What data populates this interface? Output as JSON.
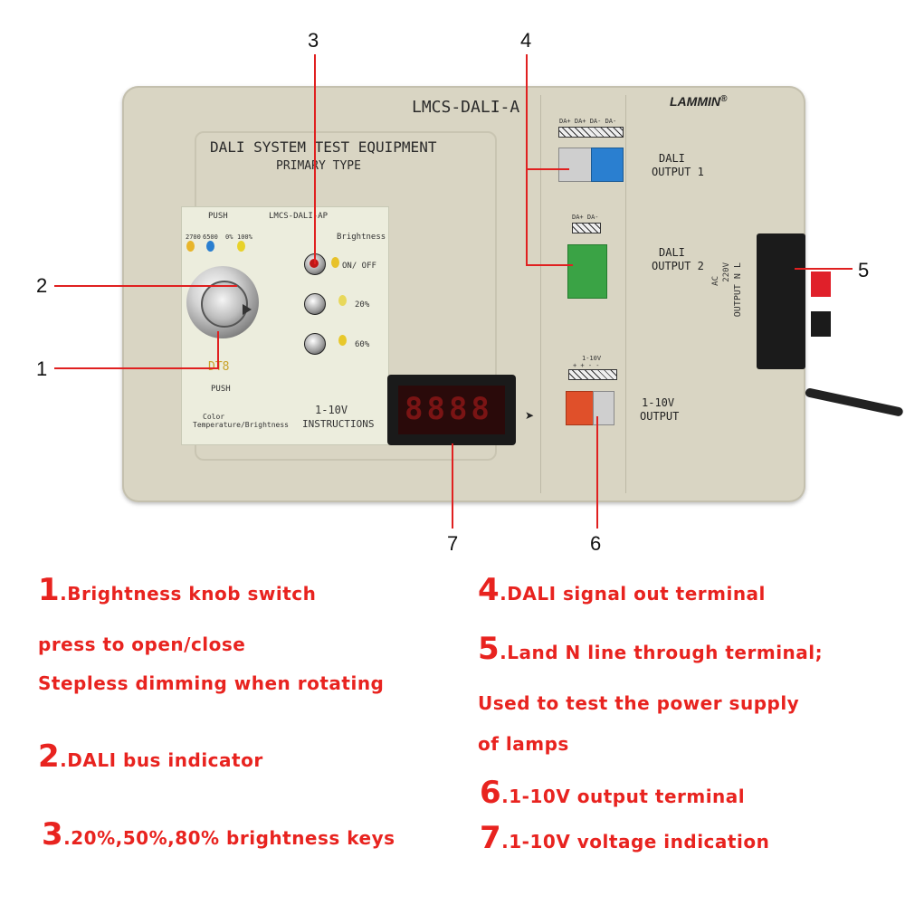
{
  "device": {
    "model": "LMCS-DALI-A",
    "brand": "LAMMIN",
    "trademark": "®",
    "title_line1": "DALI SYSTEM TEST EQUIPMENT",
    "title_line2": "PRIMARY TYPE",
    "plate": {
      "push_top": "PUSH",
      "model": "LMCS-DALI-AP",
      "brightness": "Brightness",
      "temps": [
        "2700",
        "6500",
        "0%",
        "100%"
      ],
      "on_off": "ON/  OFF",
      "pct20": "20%",
      "pct60": "60%",
      "dt8": "DT8",
      "push_bottom": "PUSH",
      "color_temp": "Color",
      "temp_brightness": "Temperature/Brightness",
      "instr1": "1-10V",
      "instr2": "INSTRUCTIONS"
    },
    "terminals": {
      "dali1_pins": "DA+ DA+   DA- DA-",
      "dali1_label_1": "DALI",
      "dali1_label_2": "OUTPUT 1",
      "dali2_pins": "DA+  DA-",
      "dali2_label_1": "DALI",
      "dali2_label_2": "OUTPUT 2",
      "v110_pins": "1-10V",
      "v110_signs": "+  +  -  -",
      "v110_label_1": "1-10V",
      "v110_label_2": "OUTPUT"
    },
    "ac": {
      "line1": "AC",
      "line2": "220V",
      "line3": "OUTPUT  N     L"
    },
    "display_digits": "8888"
  },
  "callouts": [
    "1",
    "2",
    "3",
    "4",
    "5",
    "6",
    "7"
  ],
  "descriptions": {
    "d1_num": "1",
    "d1_text": ".Brightness knob switch",
    "d1_line2": "press to open/close",
    "d1_line3": "Stepless dimming when rotating",
    "d2_num": "2",
    "d2_text": ".DALI bus indicator",
    "d3_num": "3",
    "d3_text": ".20%,50%,80% brightness keys",
    "d4_num": "4",
    "d4_text": ".DALI signal out terminal",
    "d5_num": "5",
    "d5_text": ".Land N line through terminal;",
    "d5_line2": "Used to test the power supply",
    "d5_line3": "of lamps",
    "d6_num": "6",
    "d6_text": ".1-10V output terminal",
    "d7_num": "7",
    "d7_text": ".1-10V voltage indication"
  },
  "colors": {
    "accent_red": "#e8231f",
    "panel": "#d9d5c3",
    "terminal_green": "#3aa345",
    "terminal_blue": "#2a7fd0",
    "terminal_orange": "#e0502a"
  }
}
